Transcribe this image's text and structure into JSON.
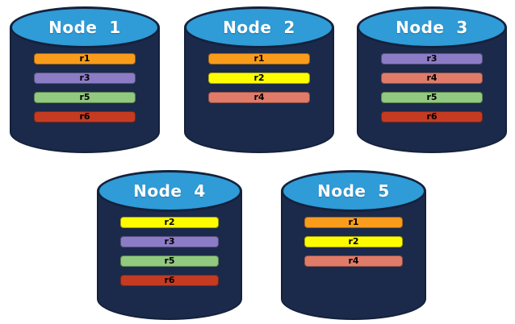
{
  "diagram": {
    "description": "Five database node cylinders showing replica placement",
    "colors": {
      "cylinder_body": "#1B2A4A",
      "cylinder_top": "#2F9BD7",
      "outline": "#14213C",
      "title_text": "#FFFFFF",
      "bar_text": "#000000"
    },
    "replica_colors": {
      "r1": "#F99C1C",
      "r2": "#FDFD00",
      "r3": "#8C7CC6",
      "r4": "#E07B6A",
      "r5": "#90C97F",
      "r6": "#C43B22"
    },
    "nodes": [
      {
        "label": "Node  1",
        "replicas": [
          "r1",
          "r3",
          "r5",
          "r6"
        ]
      },
      {
        "label": "Node  2",
        "replicas": [
          "r1",
          "r2",
          "r4"
        ]
      },
      {
        "label": "Node  3",
        "replicas": [
          "r3",
          "r4",
          "r5",
          "r6"
        ]
      },
      {
        "label": "Node  4",
        "replicas": [
          "r2",
          "r3",
          "r5",
          "r6"
        ]
      },
      {
        "label": "Node  5",
        "replicas": [
          "r1",
          "r2",
          "r4"
        ]
      }
    ]
  }
}
